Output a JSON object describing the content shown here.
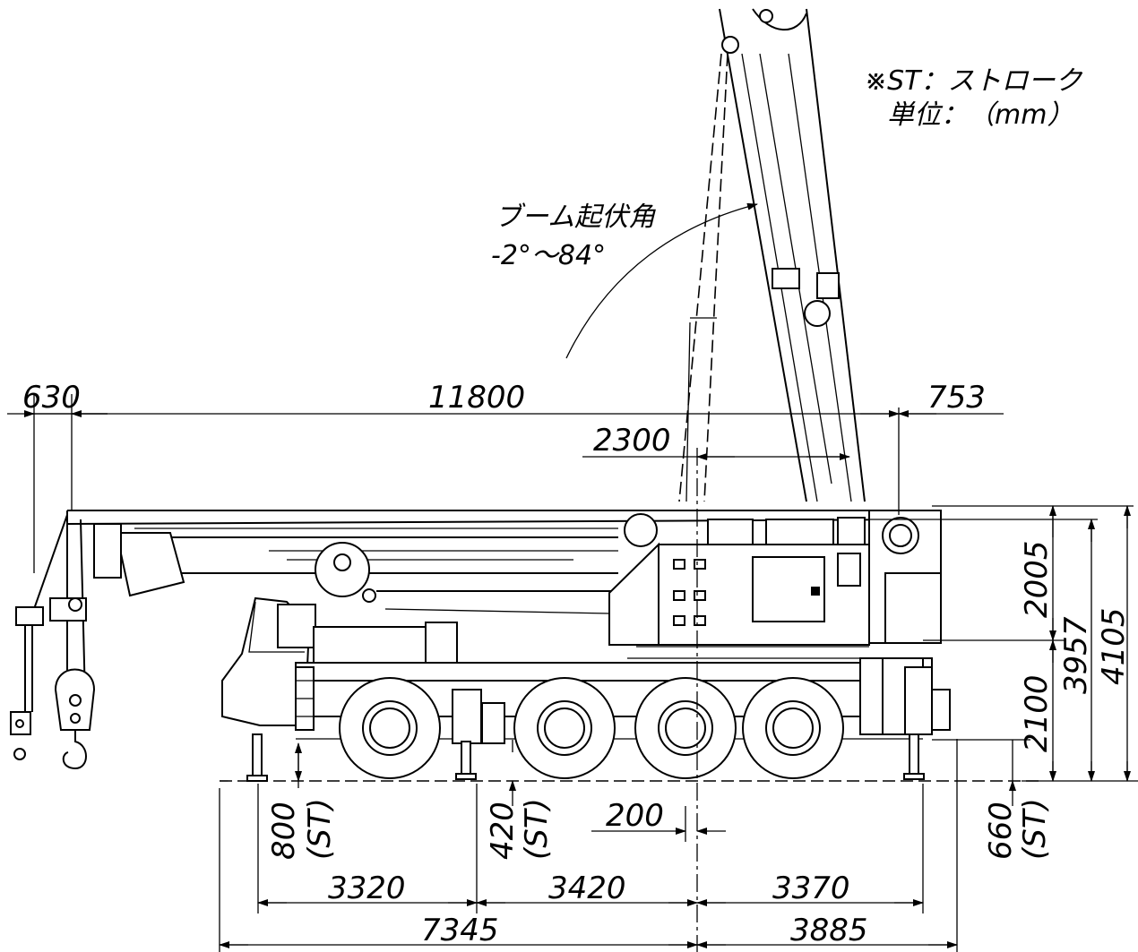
{
  "notes": {
    "stroke_legend": "※ST：ストローク",
    "unit": "単位：（mm）",
    "boom_angle_label": "ブーム起伏角",
    "boom_angle_range": "-2°～84°"
  },
  "dimensions": {
    "overall_length_boom": "11800",
    "hook_overhang": "630",
    "rear_overhang": "753",
    "boom_offset": "2300",
    "superstructure_height": "2005",
    "carrier_height": "2100",
    "height_3957": "3957",
    "overall_height": "4105",
    "front_outrigger_stroke": "800",
    "mid_outrigger_stroke": "420",
    "rear_outrigger_stroke": "660",
    "st_label": "(ST)",
    "slew_center_offset": "200",
    "span_front": "3320",
    "span_middle": "3420",
    "span_rear": "3370",
    "front_to_center": "7345",
    "center_to_rear": "3885"
  }
}
